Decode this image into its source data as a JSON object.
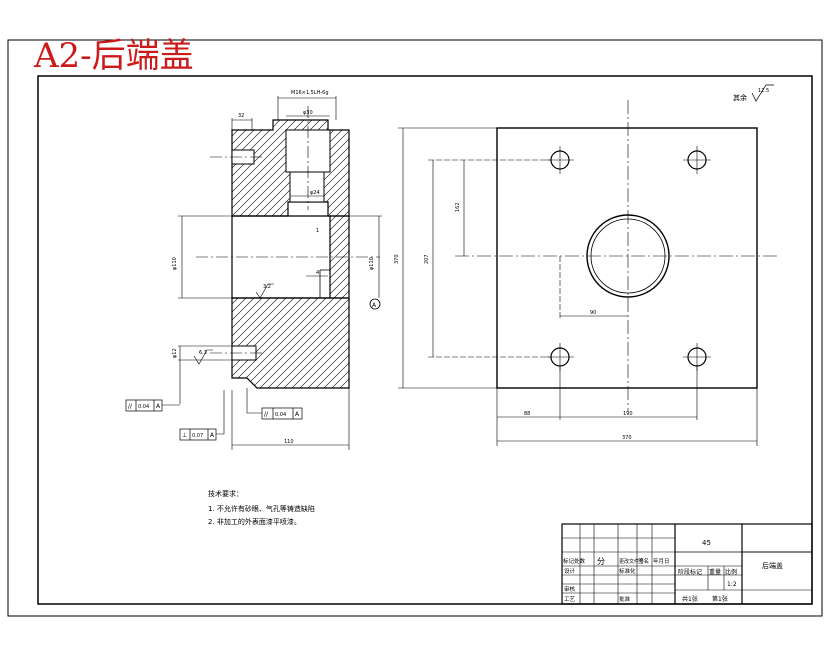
{
  "sheet": {
    "title": "A2-后端盖",
    "roughness_note": "其余",
    "roughness_value": "12.5"
  },
  "section_view": {
    "dims": {
      "top_left": "32",
      "thread": "M16×1.5LH-6g",
      "counterbore": "φ30",
      "inner": "φ24",
      "bore_left": "φ110",
      "bore_right": "φ110",
      "chamfer_label": "1",
      "small_step": "4",
      "roughness_mid": "3.2",
      "hole": "φ12",
      "roughness_left": "6.3",
      "overall_width": "110"
    },
    "datum": "A",
    "tolerances": [
      {
        "symbol": "//",
        "value": "0.04",
        "datum": "A"
      },
      {
        "symbol": "//",
        "value": "0.04",
        "datum": "A"
      },
      {
        "symbol": "⊥",
        "value": "0.07",
        "datum": "A"
      }
    ]
  },
  "plan_view": {
    "dims": {
      "height_left": "370",
      "height_inner": "207",
      "height_holes": "162",
      "radius_mark": "90",
      "left_offset": "88",
      "hole_spacing": "190",
      "overall_width": "370"
    }
  },
  "tech_requirements": {
    "heading": "技术要求：",
    "items": [
      "1.  不允许有砂眼、气孔等铸造缺陷",
      "2.  非加工的外表面漆平喷漆。"
    ]
  },
  "title_block": {
    "material": "45",
    "part_name": "后端盖",
    "scale": "1:2",
    "headers": [
      "标记处数",
      "分",
      "更改文件号",
      "签名",
      "年月日"
    ],
    "fields": [
      "阶段标记",
      "重量",
      "比例"
    ],
    "row_labels": [
      "设计",
      "审核",
      "工艺"
    ],
    "standardization": "标准化",
    "approve": "批准",
    "sheets_total": "共1张",
    "sheet_no": "第1张"
  }
}
